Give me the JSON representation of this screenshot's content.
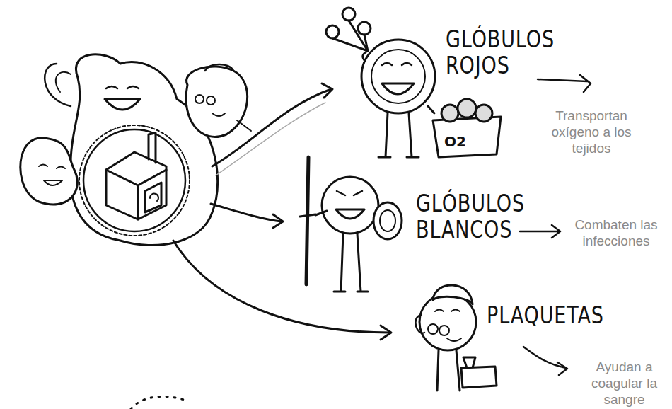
{
  "diagram": {
    "nodes": [
      {
        "text": [
          "GLÓBULOS ROJOS"
        ]
      },
      {
        "text": [
          "GLÓBULOS BLANCOS"
        ]
      },
      {
        "text": [
          "PLAQUETAS"
        ]
      }
    ],
    "labels": [
      "O2",
      "Transportan oxígeno a los tejidos",
      "Combaten las infecciones",
      "Ayudan a coagular la sangre"
    ]
  }
}
